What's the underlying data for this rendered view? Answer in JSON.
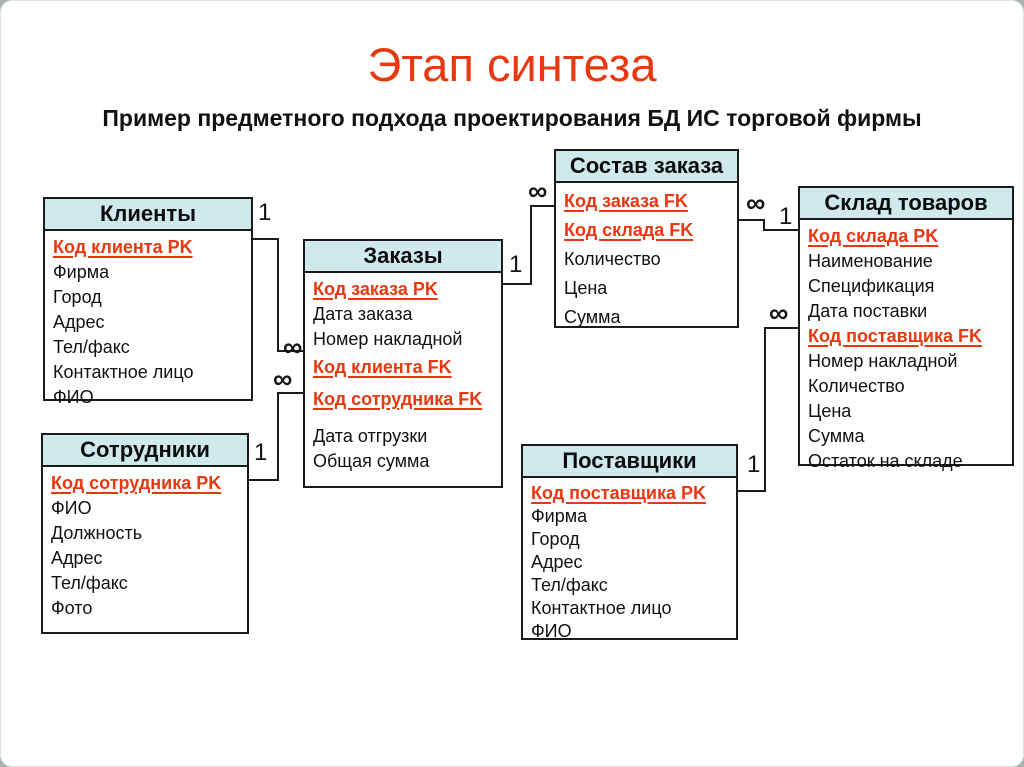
{
  "slide": {
    "title": "Этап синтеза",
    "subtitle": "Пример предметного подхода проектирования БД ИС торговой фирмы",
    "title_color": "#e8380f",
    "key_color": "#e8380f",
    "header_bg": "#cfe9ec"
  },
  "cardinality": {
    "one": "1",
    "many": "∞"
  },
  "entities": [
    {
      "id": "clients",
      "title": "Клиенты",
      "attributes": [
        {
          "text": "Код клиента PK",
          "key": true
        },
        {
          "text": "Фирма"
        },
        {
          "text": "Город"
        },
        {
          "text": "Адрес"
        },
        {
          "text": "Тел/факс"
        },
        {
          "text": "Контактное лицо"
        },
        {
          "text": "ФИО"
        }
      ]
    },
    {
      "id": "orders",
      "title": "Заказы",
      "attributes": [
        {
          "text": "Код заказа PK",
          "key": true
        },
        {
          "text": "Дата заказа"
        },
        {
          "text": "Номер накладной"
        },
        {
          "text": "Код клиента FK",
          "key": true
        },
        {
          "text": "Код сотрудника FK",
          "key": true
        },
        {
          "text": "Дата отгрузки"
        },
        {
          "text": "Общая сумма"
        }
      ]
    },
    {
      "id": "order-items",
      "title": "Состав заказа",
      "attributes": [
        {
          "text": "Код заказа FK",
          "key": true
        },
        {
          "text": "Код склада FK",
          "key": true
        },
        {
          "text": "Количество"
        },
        {
          "text": "Цена"
        },
        {
          "text": "Сумма"
        }
      ]
    },
    {
      "id": "warehouse",
      "title": "Склад товаров",
      "attributes": [
        {
          "text": "Код склада PK",
          "key": true
        },
        {
          "text": "Наименование"
        },
        {
          "text": "Спецификация"
        },
        {
          "text": "Дата поставки"
        },
        {
          "text": "Код поставщика FK",
          "key": true
        },
        {
          "text": "Номер накладной"
        },
        {
          "text": "Количество"
        },
        {
          "text": "Цена"
        },
        {
          "text": "Сумма"
        },
        {
          "text": "Остаток на складе"
        }
      ]
    },
    {
      "id": "employees",
      "title": "Сотрудники",
      "attributes": [
        {
          "text": "Код сотрудника PK",
          "key": true
        },
        {
          "text": "ФИО"
        },
        {
          "text": "Должность"
        },
        {
          "text": "Адрес"
        },
        {
          "text": "Тел/факс"
        },
        {
          "text": "Фото"
        }
      ]
    },
    {
      "id": "suppliers",
      "title": "Поставщики",
      "attributes": [
        {
          "text": "Код поставщика PK",
          "key": true
        },
        {
          "text": "Фирма"
        },
        {
          "text": "Город"
        },
        {
          "text": "Адрес"
        },
        {
          "text": "Тел/факс"
        },
        {
          "text": "Контактное лицо"
        },
        {
          "text": "ФИО"
        }
      ]
    }
  ],
  "relationships": [
    {
      "from": "Клиенты",
      "to": "Заказы",
      "from_cardinality": "1",
      "to_cardinality": "∞"
    },
    {
      "from": "Сотрудники",
      "to": "Заказы",
      "from_cardinality": "1",
      "to_cardinality": "∞"
    },
    {
      "from": "Заказы",
      "to": "Состав заказа",
      "from_cardinality": "1",
      "to_cardinality": "∞"
    },
    {
      "from": "Склад товаров",
      "to": "Состав заказа",
      "from_cardinality": "1",
      "to_cardinality": "∞"
    },
    {
      "from": "Поставщики",
      "to": "Склад товаров",
      "from_cardinality": "1",
      "to_cardinality": "∞"
    }
  ]
}
